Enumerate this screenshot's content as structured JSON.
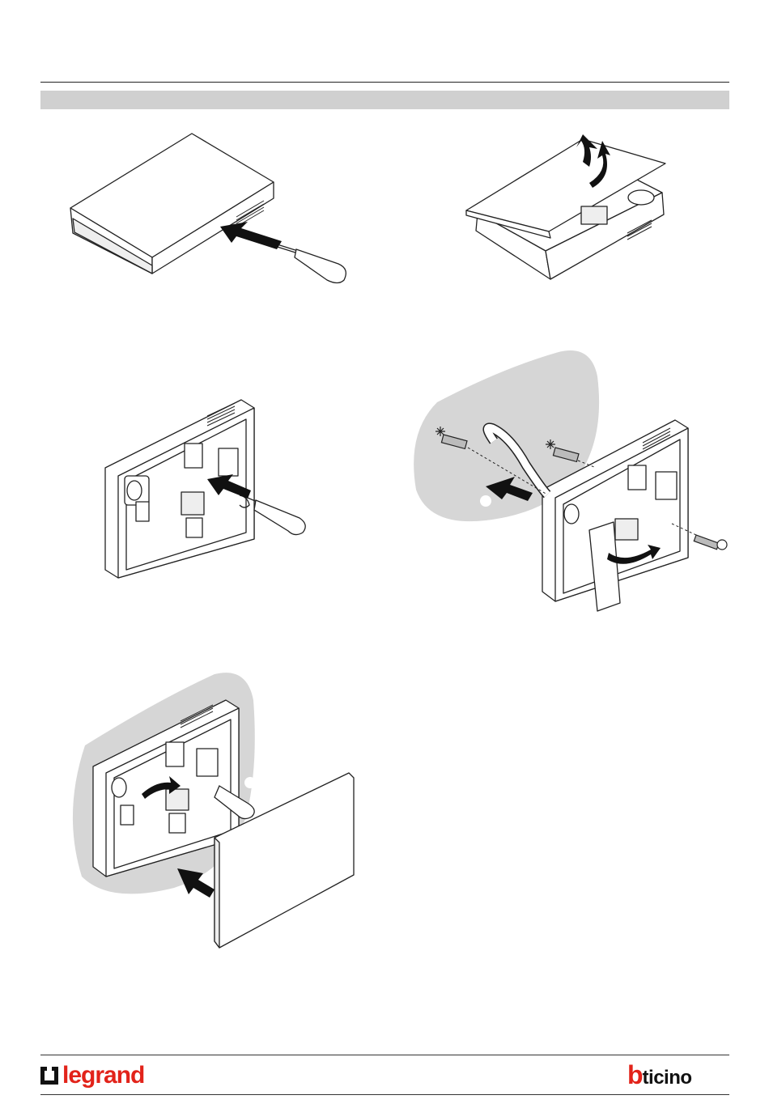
{
  "figures": [
    {
      "name": "fig-remove-cover-screwdriver"
    },
    {
      "name": "fig-lift-cover"
    },
    {
      "name": "fig-release-tab-screwdriver"
    },
    {
      "name": "fig-wall-mounting-screws"
    },
    {
      "name": "fig-attach-front-cover"
    }
  ],
  "footer": {
    "brand_left": "legrand",
    "brand_right_b": "b",
    "brand_right_rest": "ticino"
  },
  "colors": {
    "brand_red": "#e2231a",
    "wall_gray": "#d6d6d6",
    "header_bar": "#d0d0d0"
  }
}
